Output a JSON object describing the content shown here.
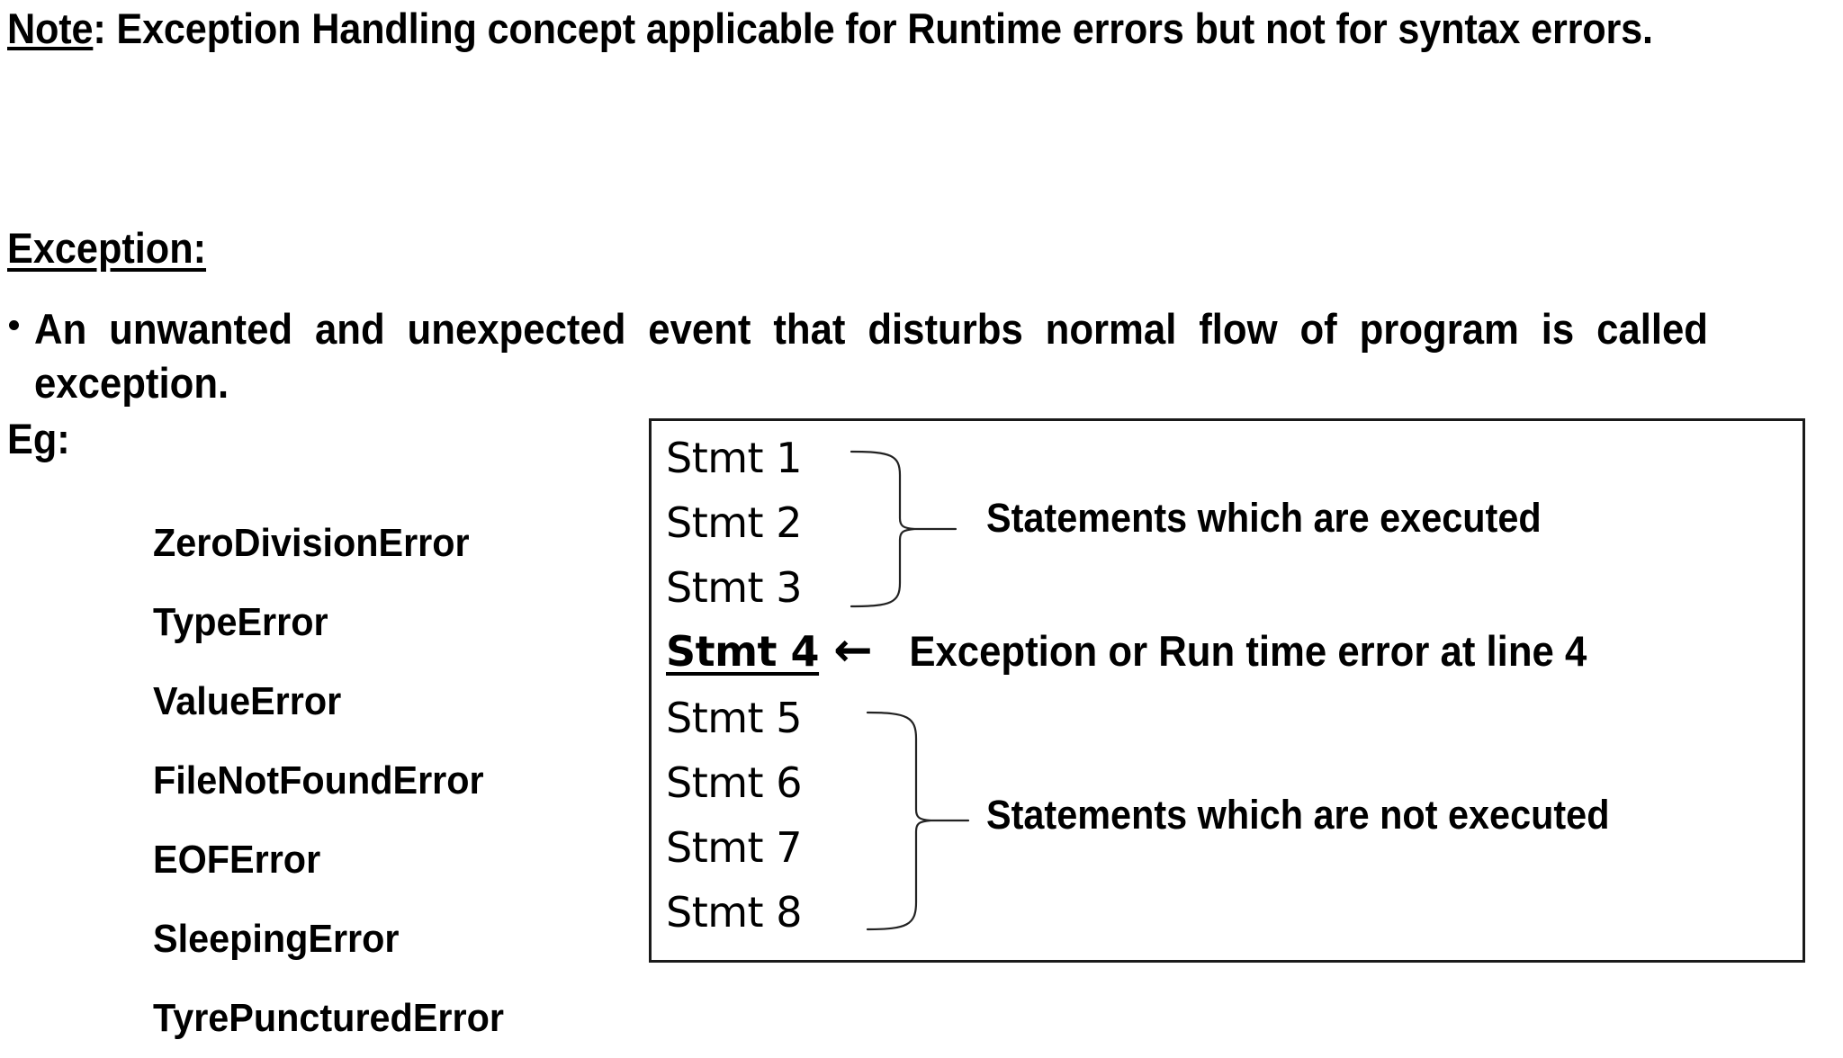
{
  "note": {
    "label": "Note",
    "text": ": Exception Handling concept applicable for Runtime errors but not for syntax errors."
  },
  "exception_section": {
    "heading": "Exception:",
    "definition": "An unwanted and unexpected event that disturbs normal flow of program is called exception.",
    "eg_label": "Eg:",
    "examples": [
      "ZeroDivisionError",
      "TypeError",
      "ValueError",
      "FileNotFoundError",
      "EOFError",
      "SleepingError",
      "TyrePuncturedError"
    ]
  },
  "diagram": {
    "statements": {
      "s1": "Stmt 1",
      "s2": "Stmt 2",
      "s3": "Stmt 3",
      "s4": "Stmt 4",
      "s5": "Stmt 5",
      "s6": "Stmt 6",
      "s7": "Stmt 7",
      "s8": "Stmt 8"
    },
    "arrow_glyph": "←",
    "stmt4_annotation": "Exception or Run time error at line 4",
    "caption_executed": "Statements which are executed",
    "caption_not_executed": "Statements which are not executed"
  },
  "colors": {
    "ink": "#000000",
    "box_border": "#1a1a1a",
    "background": "#ffffff"
  }
}
